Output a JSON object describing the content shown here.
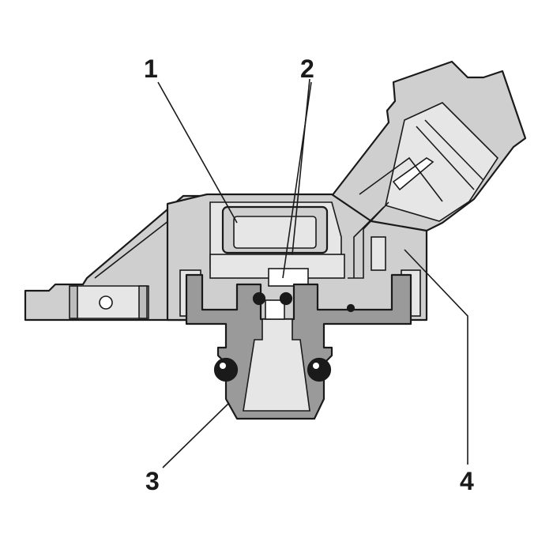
{
  "callouts": [
    {
      "id": "1",
      "label": "1"
    },
    {
      "id": "2",
      "label": "2"
    },
    {
      "id": "3",
      "label": "3"
    },
    {
      "id": "4",
      "label": "4"
    }
  ],
  "colors": {
    "housing": "#cfcfcf",
    "dark_part": "#9a9a9a",
    "light_part": "#e6e6e6",
    "outline": "#1a1a1a",
    "background": "#ffffff"
  }
}
